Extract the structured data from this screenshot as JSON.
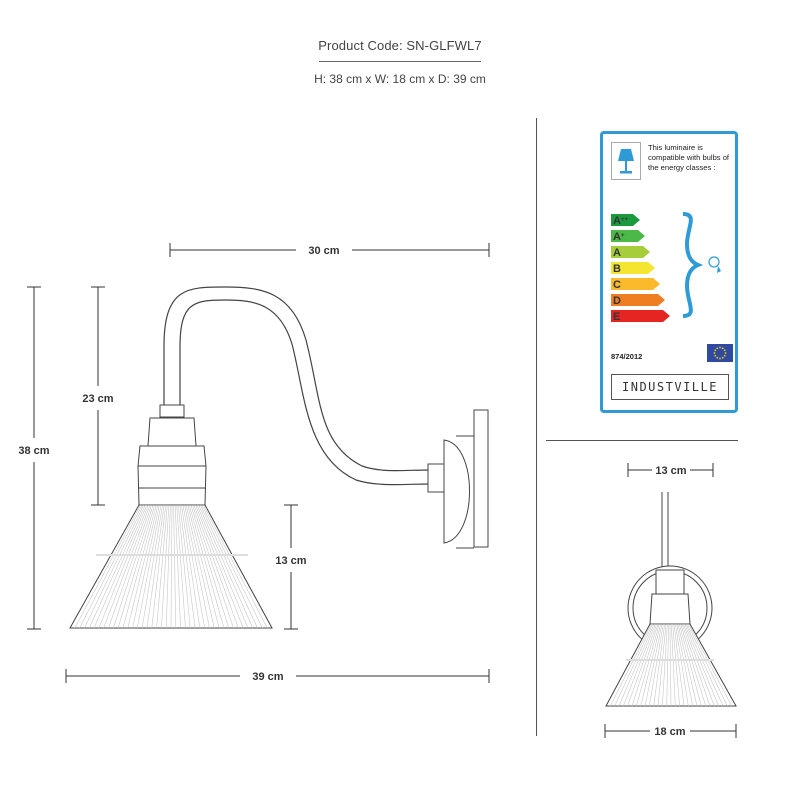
{
  "header": {
    "product_code": "Product Code: SN-GLFWL7",
    "dimensions": "H: 38 cm x W:  18 cm x D: 39 cm"
  },
  "side_view": {
    "arm_width": "30 cm",
    "total_height": "38 cm",
    "arm_height": "23 cm",
    "shade_height": "13 cm",
    "total_depth": "39 cm"
  },
  "front_view": {
    "top_width": "13 cm",
    "bottom_width": "18 cm"
  },
  "energy_label": {
    "compatibility_text": "This luminaire is compatible with bulbs of the energy classes :",
    "classes": [
      {
        "name": "A",
        "sup": "++",
        "color": "#1a9a3c"
      },
      {
        "name": "A",
        "sup": "+",
        "color": "#4cb848"
      },
      {
        "name": "A",
        "sup": "",
        "color": "#a6cd3a"
      },
      {
        "name": "B",
        "sup": "",
        "color": "#f4e531"
      },
      {
        "name": "C",
        "sup": "",
        "color": "#fbb92c"
      },
      {
        "name": "D",
        "sup": "",
        "color": "#ef7d22"
      },
      {
        "name": "E",
        "sup": "",
        "color": "#e52521"
      }
    ],
    "regulation": "874/2012",
    "brand": "INDUSTVILLE",
    "frame_color": "#2e9bd6"
  }
}
